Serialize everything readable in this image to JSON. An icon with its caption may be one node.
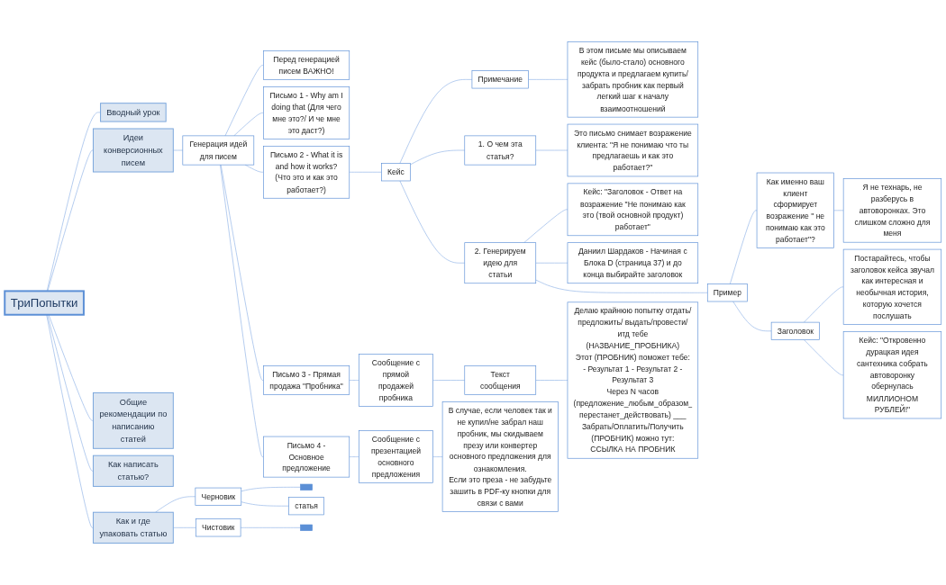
{
  "diagram": {
    "nodes": [
      {
        "text": [
          "ТриПопытки"
        ]
      },
      {
        "text": [
          "Вводный урок"
        ]
      },
      {
        "text": [
          "Идеи конверсионных писем"
        ]
      },
      {
        "text": [
          "Генерация идей для писем"
        ]
      },
      {
        "text": [
          "Перед генерацией писем ВАЖНО!"
        ]
      },
      {
        "text": [
          "Письмо 1 - Why am I doing that (Для чего мне это?/ И че мне это даст?)"
        ]
      },
      {
        "text": [
          "Письмо 2 - What it is and how it works? (Что это и как это работает?)"
        ]
      },
      {
        "text": [
          "Кейс"
        ]
      },
      {
        "text": [
          "Примечание"
        ]
      },
      {
        "text": [
          "В этом письме мы описываем кейс (было-стало) основного продукта и предлагаем купить/забрать пробник как первый легкий шаг к началу взаимоотношений"
        ]
      },
      {
        "text": [
          "1. О чем эта статья?"
        ]
      },
      {
        "text": [
          "Это письмо снимает возражение клиента: \"Я не понимаю что ты предлагаешь и как это работает?\""
        ]
      },
      {
        "text": [
          "2. Генерируем идею для статьи"
        ]
      },
      {
        "text": [
          "Кейс: \"Заголовок - Ответ на возражение \"Не понимаю как это (твой основной продукт) работает\""
        ]
      },
      {
        "text": [
          "Даниил Шардаков - Начиная с Блока D (страница 37) и до конца выбирайте заголовок"
        ]
      },
      {
        "text": [
          "Пример"
        ]
      },
      {
        "text": [
          "Как именно ваш клиент сформирует возражение \" не понимаю как это работает\"?"
        ]
      },
      {
        "text": [
          "Я не технарь, не разберусь в автоворонках. Это слишком сложно для меня"
        ]
      },
      {
        "text": [
          "Заголовок"
        ]
      },
      {
        "text": [
          "Постарайтесь, чтобы заголовок кейса звучал как интересная и необычная история, которую хочется послушать"
        ]
      },
      {
        "text": [
          "Кейс: \"Откровенно дурацкая идея сантехника собрать автоворонку обернулась МИЛЛИОНОМ РУБЛЕЙ!\""
        ]
      },
      {
        "text": [
          "Письмо 3 - Прямая продажа \"Пробника\""
        ]
      },
      {
        "text": [
          "Сообщение с прямой продажей пробника"
        ]
      },
      {
        "text": [
          "Текст сообщения"
        ]
      },
      {
        "text": [
          "Делаю крайнюю попытку отдать/предложить/ выдать/провести/итд тебе (НАЗВАНИЕ_ПРОБНИКА)",
          "Этот (ПРОБНИК) поможет тебе:",
          "- Результат 1 - Результат 2 - Результат 3",
          "Через N часов (предложение_любым_образом_ перестанет_действовать) ___ Забрать/Оплатить/Получить (ПРОБНИК) можно тут:",
          "ССЫЛКА НА ПРОБНИК"
        ]
      },
      {
        "text": [
          "Письмо 4 - Основное предложение"
        ]
      },
      {
        "text": [
          "Сообщение с презентацией основного предложения"
        ]
      },
      {
        "text": [
          "В случае, если человек так и не купил/не забрал наш пробник, мы скидываем презу или конвертер основного предложения для ознакомления.",
          "Если это преза - не забудьте зашить в PDF-ку кнопки для связи с вами"
        ]
      },
      {
        "text": [
          "Общие рекомендации по написанию статей"
        ]
      },
      {
        "text": [
          "Как написать статью?"
        ]
      },
      {
        "text": [
          "Как и где упаковать статью"
        ]
      },
      {
        "text": [
          "Черновик"
        ]
      },
      {
        "text": [],
        "shape": "bar"
      },
      {
        "text": [
          "статья"
        ]
      },
      {
        "text": [
          "Чистовик"
        ]
      },
      {
        "text": [],
        "shape": "bar"
      }
    ],
    "edges": [
      {
        "from": 0,
        "to": 1,
        "arrow": "none"
      },
      {
        "from": 0,
        "to": 2,
        "arrow": "none"
      },
      {
        "from": 2,
        "to": 3,
        "arrow": "none"
      },
      {
        "from": 3,
        "to": 4,
        "arrow": "none"
      },
      {
        "from": 3,
        "to": 5,
        "arrow": "none"
      },
      {
        "from": 3,
        "to": 6,
        "arrow": "none"
      },
      {
        "from": 6,
        "to": 7,
        "arrow": "none"
      },
      {
        "from": 7,
        "to": 8,
        "arrow": "none"
      },
      {
        "from": 8,
        "to": 9,
        "arrow": "none"
      },
      {
        "from": 7,
        "to": 10,
        "arrow": "none"
      },
      {
        "from": 10,
        "to": 11,
        "arrow": "none"
      },
      {
        "from": 7,
        "to": 12,
        "arrow": "none"
      },
      {
        "from": 12,
        "to": 13,
        "arrow": "none"
      },
      {
        "from": 12,
        "to": 14,
        "arrow": "none"
      },
      {
        "from": 12,
        "to": 15,
        "arrow": "none"
      },
      {
        "from": 15,
        "to": 16,
        "arrow": "none"
      },
      {
        "from": 16,
        "to": 17,
        "arrow": "none"
      },
      {
        "from": 15,
        "to": 18,
        "arrow": "none"
      },
      {
        "from": 18,
        "to": 19,
        "arrow": "none"
      },
      {
        "from": 18,
        "to": 20,
        "arrow": "none"
      },
      {
        "from": 3,
        "to": 21,
        "arrow": "none"
      },
      {
        "from": 21,
        "to": 22,
        "arrow": "none"
      },
      {
        "from": 22,
        "to": 23,
        "arrow": "none"
      },
      {
        "from": 23,
        "to": 24,
        "arrow": "none"
      },
      {
        "from": 3,
        "to": 25,
        "arrow": "none"
      },
      {
        "from": 25,
        "to": 26,
        "arrow": "none"
      },
      {
        "from": 26,
        "to": 27,
        "arrow": "none"
      },
      {
        "from": 0,
        "to": 28,
        "arrow": "none"
      },
      {
        "from": 0,
        "to": 29,
        "arrow": "none"
      },
      {
        "from": 0,
        "to": 30,
        "arrow": "none"
      },
      {
        "from": 30,
        "to": 31,
        "arrow": "none"
      },
      {
        "from": 31,
        "to": 32,
        "arrow": "none"
      },
      {
        "from": 31,
        "to": 33,
        "arrow": "none"
      },
      {
        "from": 30,
        "to": 34,
        "arrow": "none"
      },
      {
        "from": 34,
        "to": 35,
        "arrow": "none"
      }
    ]
  }
}
